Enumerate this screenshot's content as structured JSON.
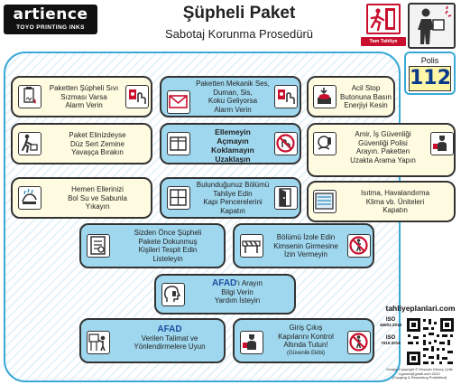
{
  "header": {
    "logo": {
      "name": "artience",
      "tagline": "TOYO PRINTING INKS"
    },
    "title": "Şüpheli Paket",
    "subtitle": "Sabotaj Korunma Prosedürü",
    "exit_caption": "Tam Tahliye"
  },
  "emergency": {
    "label": "Polis",
    "number": "112"
  },
  "cards": {
    "c1": {
      "lines": [
        "Paketten Şüpheli Sıvı",
        "Sızması Varsa",
        "Alarm Verin"
      ]
    },
    "c2": {
      "lines": [
        "Paketten Mekanik Ses,",
        "Duman, Sis,",
        "Koku Geliyorsa",
        "Alarm Verin"
      ]
    },
    "c3": {
      "lines": [
        "Acil Stop",
        "Butonuna Basın",
        "Enerjiyi Kesin"
      ]
    },
    "c4": {
      "lines": [
        "Paket Elinizdeyse",
        "Düz Sert Zemine",
        "Yavaşça Bırakın"
      ]
    },
    "c5": {
      "lines": [
        "Ellemeyin",
        "Açmayın",
        "Koklamayın",
        "Uzaklaşın"
      ]
    },
    "c6": {
      "lines": [
        "Amir, İş Güvenliği",
        "Güvenliği Polisi",
        "Arayın. Paketten",
        "Uzakta Arama Yapın"
      ]
    },
    "c7": {
      "lines": [
        "Hemen Ellerinizi",
        "Bol Su ve Sabunla",
        "Yıkayın"
      ]
    },
    "c8": {
      "lines": [
        "Bulunduğunuz Bölümü",
        "Tahliye Edin",
        "Kapı Pencerelerini",
        "Kapatın"
      ]
    },
    "c9": {
      "lines": [
        "Isıtma, Havalandırma",
        "Klima vb. Üniteleri",
        "Kapatın"
      ]
    },
    "c10": {
      "lines": [
        "Sizden Önce Şüpheli",
        "Pakete Dokunmuş",
        "Kişileri Tespit Edin",
        "Listeleyin"
      ]
    },
    "c11": {
      "lines": [
        "Bölümü İzole Edin",
        "Kimsenin Girmesine",
        "İzin Vermeyin"
      ]
    },
    "c12": {
      "brand": "AFAD",
      "lines": [
        "'ı Arayın",
        "Bilgi Verin",
        "Yardım İsteyin"
      ]
    },
    "c13": {
      "brand": "AFAD",
      "lines": [
        "Verilen Talimat ve",
        "Yönlendirmelere Uyun"
      ]
    },
    "c14": {
      "lines": [
        "Giriş Çıkış",
        "Kapılarını Kontrol",
        "Altında Tutun!",
        "(Güvenlik Ekibi)"
      ]
    }
  },
  "footer": {
    "website": "tahliyeplanlari.com",
    "iso1": [
      "ISO",
      "45001:2018"
    ],
    "iso2": [
      "ISO",
      "7010:2019"
    ],
    "copyright": [
      "Design Copyright © Hüseyin Güneş Çelik",
      "hgunes@gmail.com 2020",
      "(Copying & Reworking Prohibited)"
    ]
  },
  "colors": {
    "panel_border": "#3aa9d6",
    "card_white": "#fffbe0",
    "card_blue": "#9fd7ee",
    "alert_red": "#c8102e",
    "number_yellow": "#fff6a8",
    "number_blue": "#0a3a8a"
  }
}
